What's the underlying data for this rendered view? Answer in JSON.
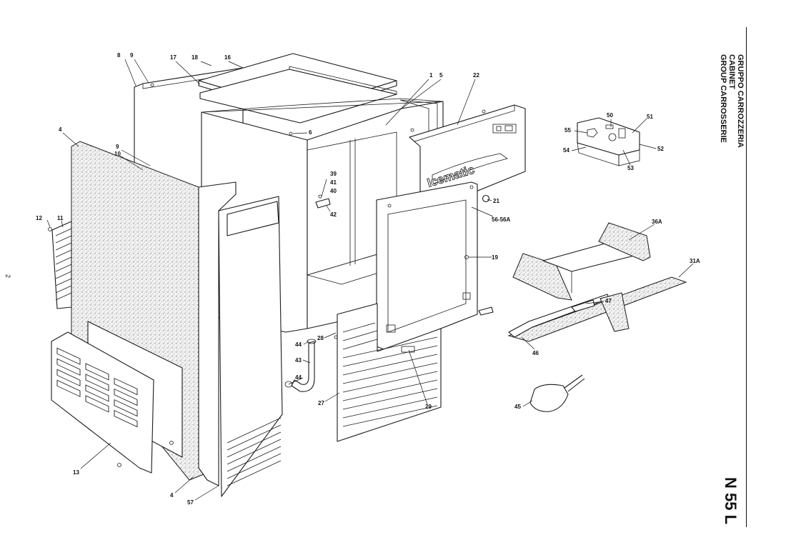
{
  "title_block": {
    "lines": [
      "GRUPPO CARROZZERIA",
      "CABINET",
      "GROUP CARROSSERIE"
    ]
  },
  "model": "N 55 L",
  "page_number": "2",
  "brand_on_panel": "Icematic",
  "callouts": [
    "8",
    "9",
    "17",
    "18",
    "16",
    "1",
    "5",
    "22",
    "4",
    "9",
    "10",
    "6",
    "39",
    "41",
    "40",
    "42",
    "21",
    "56-56A",
    "19",
    "12",
    "11",
    "50",
    "51",
    "55",
    "54",
    "52",
    "53",
    "36A",
    "31A",
    "47",
    "46",
    "44",
    "28",
    "43",
    "44",
    "27",
    "29",
    "45",
    "13",
    "4",
    "57"
  ]
}
